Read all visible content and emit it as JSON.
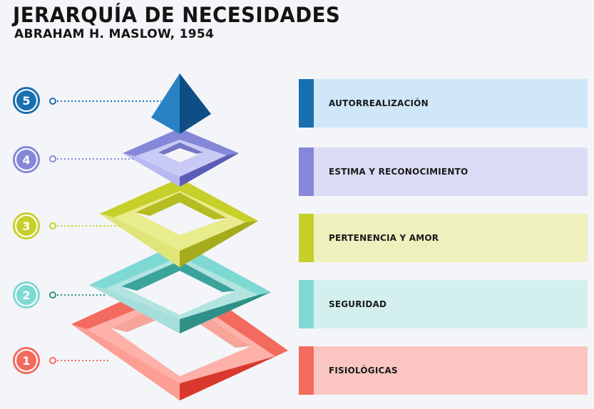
{
  "header": {
    "title": "JERARQUÍA DE NECESIDADES",
    "subtitle": "ABRAHAM H. MASLOW, 1954"
  },
  "levels": [
    {
      "number": "5",
      "label": "AUTORREALIZACIÓN",
      "accent": "#1a6fb0",
      "fill": "#cfe7f8",
      "dot": "#1a6fb0"
    },
    {
      "number": "4",
      "label": "ESTIMA Y RECONOCIMIENTO",
      "accent": "#8587d9",
      "fill": "#dcdcf7",
      "dot": "#8587d9"
    },
    {
      "number": "3",
      "label": "PERTENENCIA Y AMOR",
      "accent": "#c7cf2a",
      "fill": "#eef0bd",
      "dot": "#c7cf2a"
    },
    {
      "number": "2",
      "label": "SEGURIDAD",
      "accent": "#7fd9d3",
      "fill": "#d3f0ee",
      "dot": "#7fd9d3"
    },
    {
      "number": "1",
      "label": "FISIOLÓGICAS",
      "accent": "#f36a5f",
      "fill": "#fbc6c1",
      "dot": "#f36a5f"
    }
  ]
}
